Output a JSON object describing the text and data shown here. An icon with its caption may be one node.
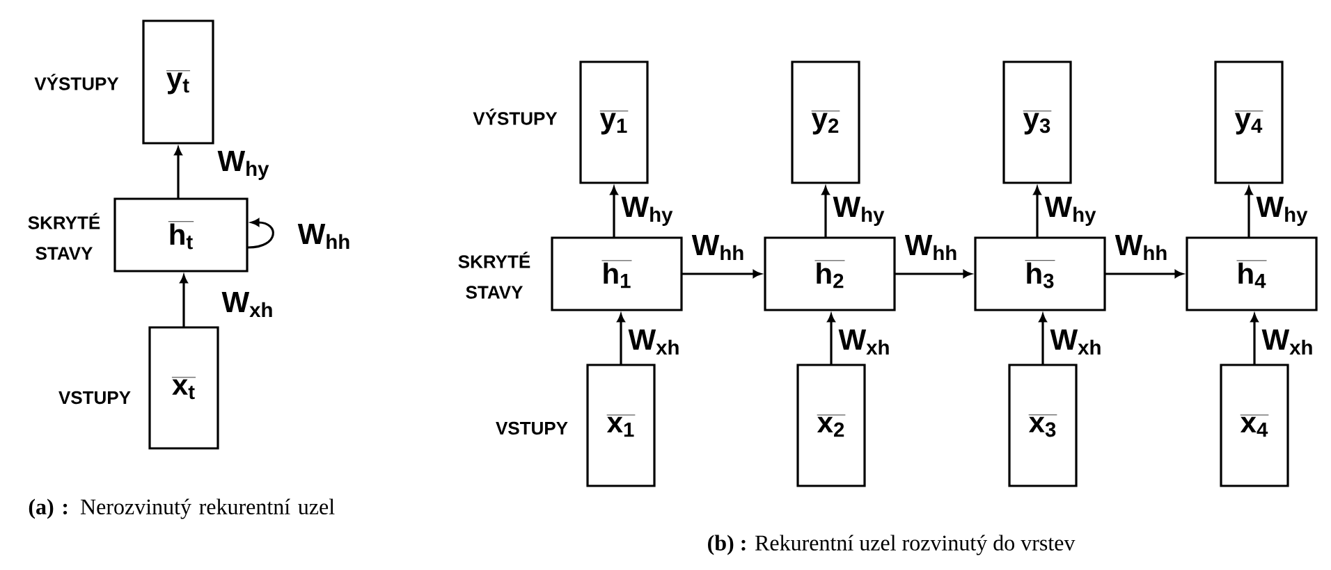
{
  "diagram": {
    "nodes": [
      {
        "text": [
          "y$_{t}$"
        ]
      },
      {
        "text": [
          "h$_{t}$"
        ]
      },
      {
        "text": [
          "x$_{t}$"
        ]
      },
      {
        "text": [
          "y$_{1}$"
        ]
      },
      {
        "text": [
          "h$_{1}$"
        ]
      },
      {
        "text": [
          "x$_{1}$"
        ]
      },
      {
        "text": [
          "y$_{2}$"
        ]
      },
      {
        "text": [
          "h$_{2}$"
        ]
      },
      {
        "text": [
          "x$_{2}$"
        ]
      },
      {
        "text": [
          "y$_{3}$"
        ]
      },
      {
        "text": [
          "h$_{3}$"
        ]
      },
      {
        "text": [
          "x$_{3}$"
        ]
      },
      {
        "text": [
          "y$_{4}$"
        ]
      },
      {
        "text": [
          "h$_{4}$"
        ]
      },
      {
        "text": [
          "x$_{4}$"
        ]
      }
    ],
    "edges": [
      {
        "from": 2,
        "to": 1,
        "arrow": "to",
        "label": "W$_{xh}$"
      },
      {
        "from": 1,
        "to": 0,
        "arrow": "to",
        "label": "W$_{hy}$"
      },
      {
        "from": 1,
        "to": 1,
        "arrow": "to",
        "label": "W$_{hh}$"
      },
      {
        "from": 5,
        "to": 4,
        "arrow": "to",
        "label": "W$_{xh}$"
      },
      {
        "from": 4,
        "to": 3,
        "arrow": "to",
        "label": "W$_{hy}$"
      },
      {
        "from": 4,
        "to": 7,
        "arrow": "to",
        "label": "W$_{hh}$"
      },
      {
        "from": 8,
        "to": 7,
        "arrow": "to",
        "label": "W$_{xh}$"
      },
      {
        "from": 7,
        "to": 6,
        "arrow": "to",
        "label": "W$_{hy}$"
      },
      {
        "from": 7,
        "to": 10,
        "arrow": "to",
        "label": "W$_{hh}$"
      },
      {
        "from": 11,
        "to": 10,
        "arrow": "to",
        "label": "W$_{xh}$"
      },
      {
        "from": 10,
        "to": 9,
        "arrow": "to",
        "label": "W$_{hy}$"
      },
      {
        "from": 10,
        "to": 13,
        "arrow": "to",
        "label": "W$_{hh}$"
      },
      {
        "from": 14,
        "to": 13,
        "arrow": "to",
        "label": "W$_{xh}$"
      },
      {
        "from": 13,
        "to": 12,
        "arrow": "to",
        "label": "W$_{hy}$"
      }
    ],
    "labels": [
      "VÝSTUPY",
      "SKRYTÉ STAVY",
      "VSTUPY",
      "**(a) :** Nerozvinutý rekurentní uzel",
      "VÝSTUPY",
      "SKRYTÉ STAVY",
      "VSTUPY",
      "**(b) :** Rekurentní uzel rozvinutý do vrstev"
    ]
  }
}
